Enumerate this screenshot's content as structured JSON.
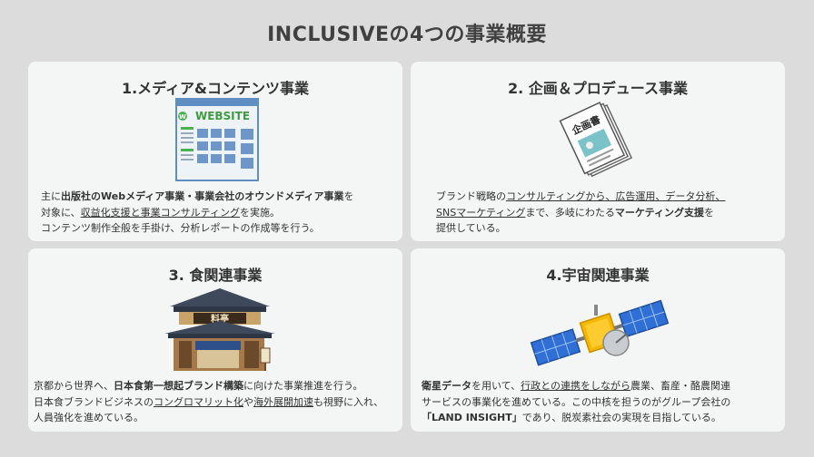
{
  "page": {
    "title": "INCLUSIVEの4つの事業概要"
  },
  "cards": [
    {
      "heading": "1.メディア&コンテンツ事業",
      "illustration_label": "WEBSITE",
      "lines": [
        [
          {
            "t": "主に"
          },
          {
            "t": "出版社のWebメディア事業・事業会社のオウンドメディア事業",
            "s": "b"
          },
          {
            "t": "を"
          }
        ],
        [
          {
            "t": "対象に、"
          },
          {
            "t": "収益化支援と事業コンサルティング",
            "s": "u"
          },
          {
            "t": "を実施。"
          }
        ],
        [
          {
            "t": "コンテンツ制作全般を手掛け、分析レポートの作成等を行う。"
          }
        ]
      ]
    },
    {
      "heading": "2. 企画＆プロデュース事業",
      "illustration_label": "企画書",
      "lines": [
        [
          {
            "t": "ブランド戦略の"
          },
          {
            "t": "コンサルティングから、広告運用、データ分析、",
            "s": "u"
          }
        ],
        [
          {
            "t": "SNSマーケティング",
            "s": "u"
          },
          {
            "t": "まで、多岐にわたる"
          },
          {
            "t": "マーケティング支援",
            "s": "b"
          },
          {
            "t": "を"
          }
        ],
        [
          {
            "t": "提供している。"
          }
        ]
      ]
    },
    {
      "heading": "3. 食関連事業",
      "illustration_label": "料亭",
      "lines": [
        [
          {
            "t": "京都から世界へ、"
          },
          {
            "t": "日本食第一想起ブランド構築",
            "s": "b"
          },
          {
            "t": "に向けた事業推進を行う。"
          }
        ],
        [
          {
            "t": "日本食ブランドビジネスの"
          },
          {
            "t": "コングロマリット化",
            "s": "u"
          },
          {
            "t": "や"
          },
          {
            "t": "海外展開加速",
            "s": "u"
          },
          {
            "t": "も視野に入れ、"
          }
        ],
        [
          {
            "t": "人員強化を進めている。"
          }
        ]
      ]
    },
    {
      "heading": "4.宇宙関連事業",
      "illustration_label": "",
      "lines": [
        [
          {
            "t": "衛星データ",
            "s": "b"
          },
          {
            "t": "を用いて、"
          },
          {
            "t": "行政との連携をしながら",
            "s": "u"
          },
          {
            "t": "農業、畜産・酪農関連"
          }
        ],
        [
          {
            "t": "サービスの事業化を進めている。この中核を担うのがグループ会社の"
          }
        ],
        [
          {
            "t": "「LAND INSIGHT」",
            "s": "b"
          },
          {
            "t": "であり、脱炭素社会の実現を目指している。"
          }
        ]
      ]
    }
  ],
  "colors": {
    "background": "#dcdcdc",
    "card": "#f4f5f5",
    "text": "#333333",
    "website_green": "#4caf50",
    "satellite_gold": "#f5b800",
    "panel_blue": "#2f6fd6"
  }
}
